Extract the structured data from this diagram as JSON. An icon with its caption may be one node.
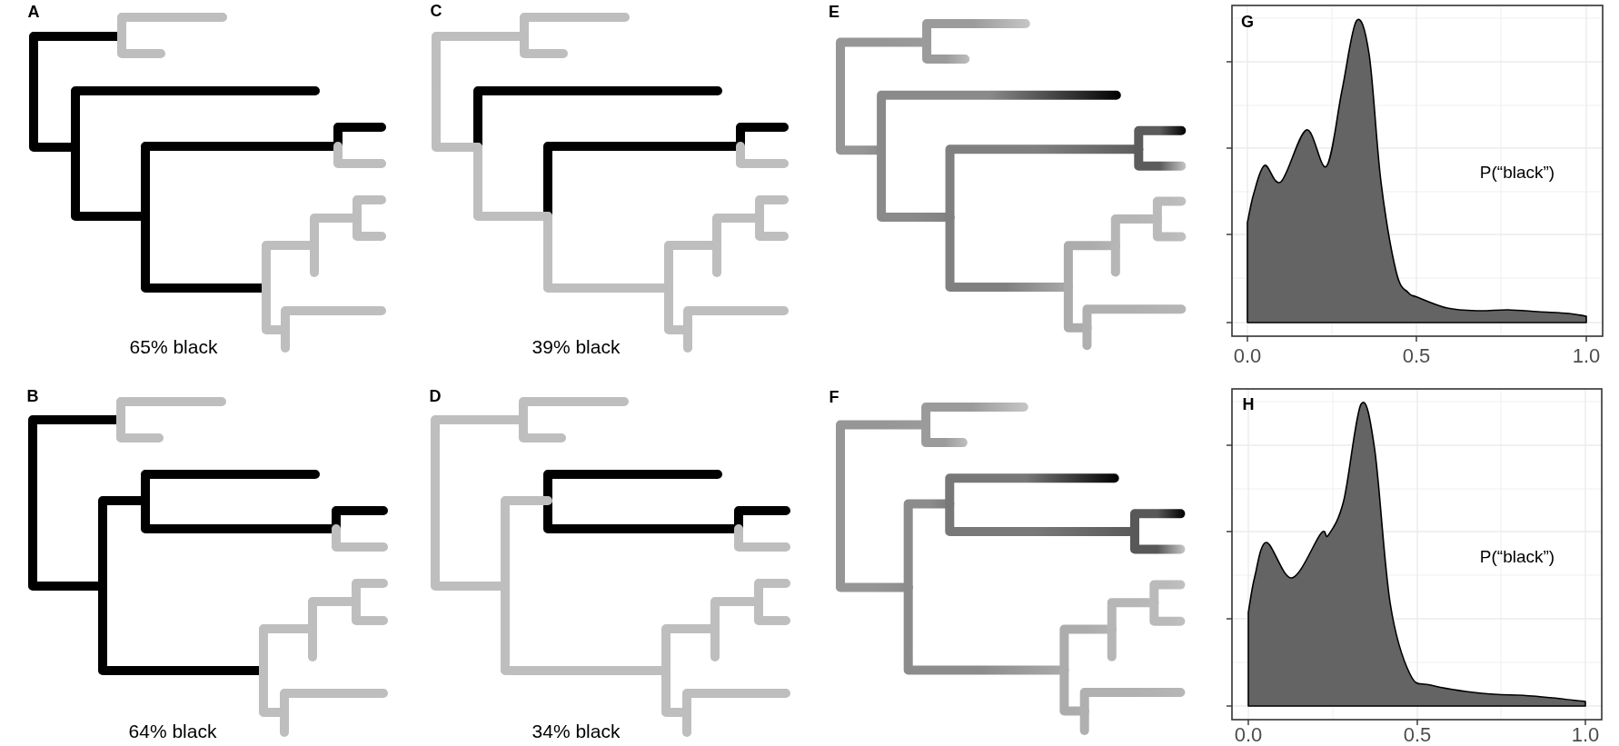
{
  "diagram": {
    "labels": [
      "A",
      "C",
      "E",
      "G",
      "P(“black”)",
      "65% black",
      "39% black",
      "0.0",
      "0.5",
      "1.0",
      "B",
      "D",
      "F",
      "H",
      "P(“black”)",
      "64% black",
      "34% black",
      "0.0",
      "0.5",
      "1.0"
    ]
  }
}
